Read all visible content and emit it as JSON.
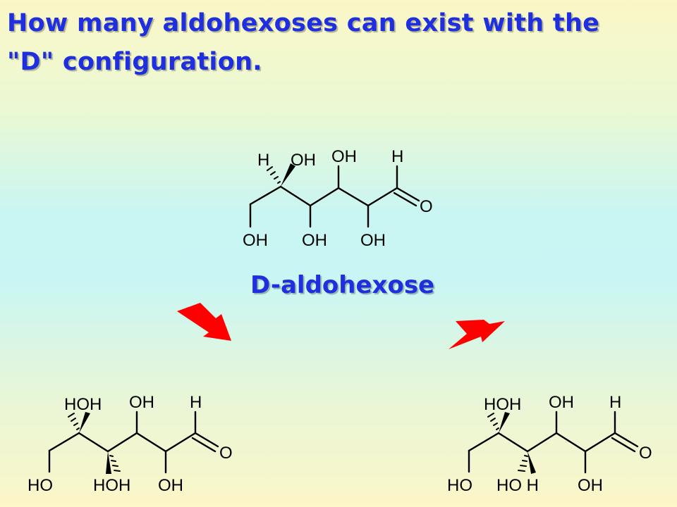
{
  "title": {
    "line1": "How many aldohexoses can exist with the",
    "line2": "\"D\" configuration."
  },
  "caption": "D-aldohexose",
  "labels": {
    "H": "H",
    "OH": "OH",
    "HO": "HO",
    "O": "O",
    "HOH": "HOH",
    "HO_H": "HO H"
  },
  "colors": {
    "title_text": "#1f2fe0",
    "arrow_fill": "#ff0000",
    "bond": "#000000"
  },
  "arrows": [
    {
      "icon": "red-block-arrow-down-right"
    },
    {
      "icon": "red-block-arrow-down-left"
    }
  ]
}
